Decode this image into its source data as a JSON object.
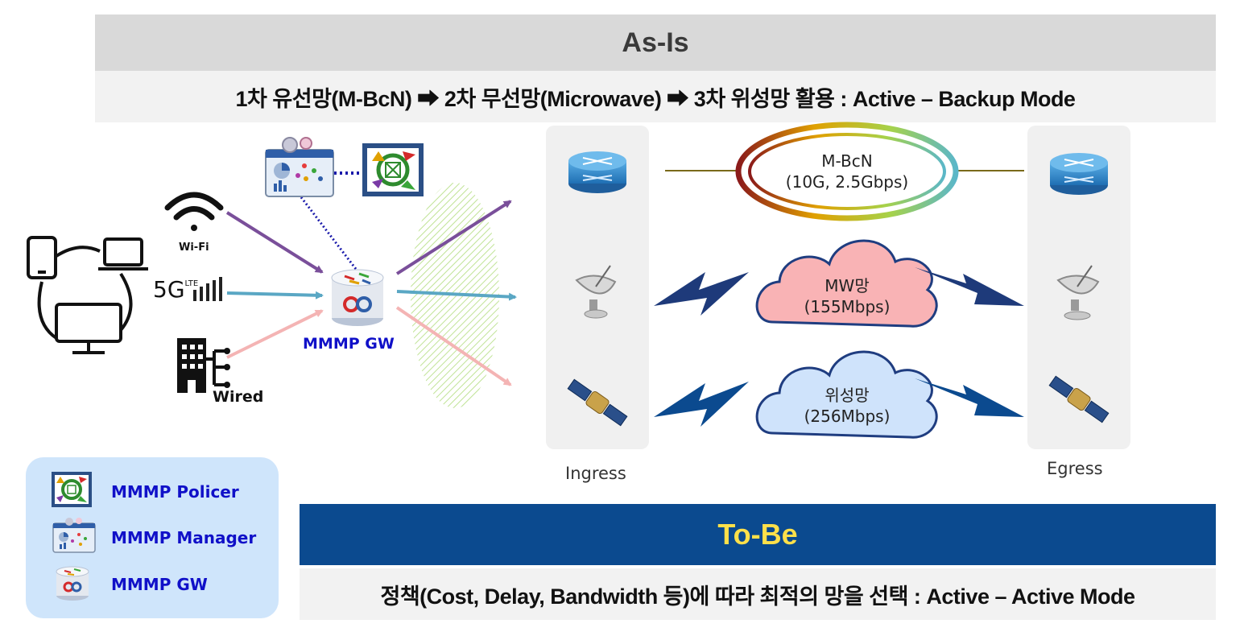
{
  "as_is": {
    "title": "As-Is",
    "description": "1차 유선망(M-BcN) ➡ 2차 무선망(Microwave) ➡ 3차 위성망 활용 : Active – Backup Mode"
  },
  "to_be": {
    "title": "To-Be",
    "description": "정책(Cost, Delay, Bandwidth 등)에 따라 최적의 망을 선택  : Active – Active Mode"
  },
  "access": {
    "wifi_label": "Wi-Fi",
    "cellular_label": "5G",
    "cellular_sup": "LTE",
    "wired_label": "Wired"
  },
  "gateway_label": "MMMP GW",
  "columns": {
    "ingress_label": "Ingress",
    "egress_label": "Egress"
  },
  "networks": [
    {
      "name": "M-BcN",
      "detail": "(10G, 2.5Gbps)"
    },
    {
      "name": "MW망",
      "detail": "(155Mbps)"
    },
    {
      "name": "위성망",
      "detail": "(256Mbps)"
    }
  ],
  "legend": [
    {
      "label": "MMMP Policer",
      "icon": "policer-icon"
    },
    {
      "label": "MMMP Manager",
      "icon": "manager-icon"
    },
    {
      "label": "MMMP GW",
      "icon": "gateway-icon"
    }
  ],
  "colors": {
    "wifi_path": "#7a4f9a",
    "cellular_path": "#5aa7c4",
    "wired_path": "#f4b4b4",
    "tobe_band": "#0b4a8f",
    "tobe_title": "#ffe04a",
    "label_blue": "#1010c8",
    "mw_cloud": "#f9b3b5",
    "sat_cloud": "#cfe3fb"
  }
}
